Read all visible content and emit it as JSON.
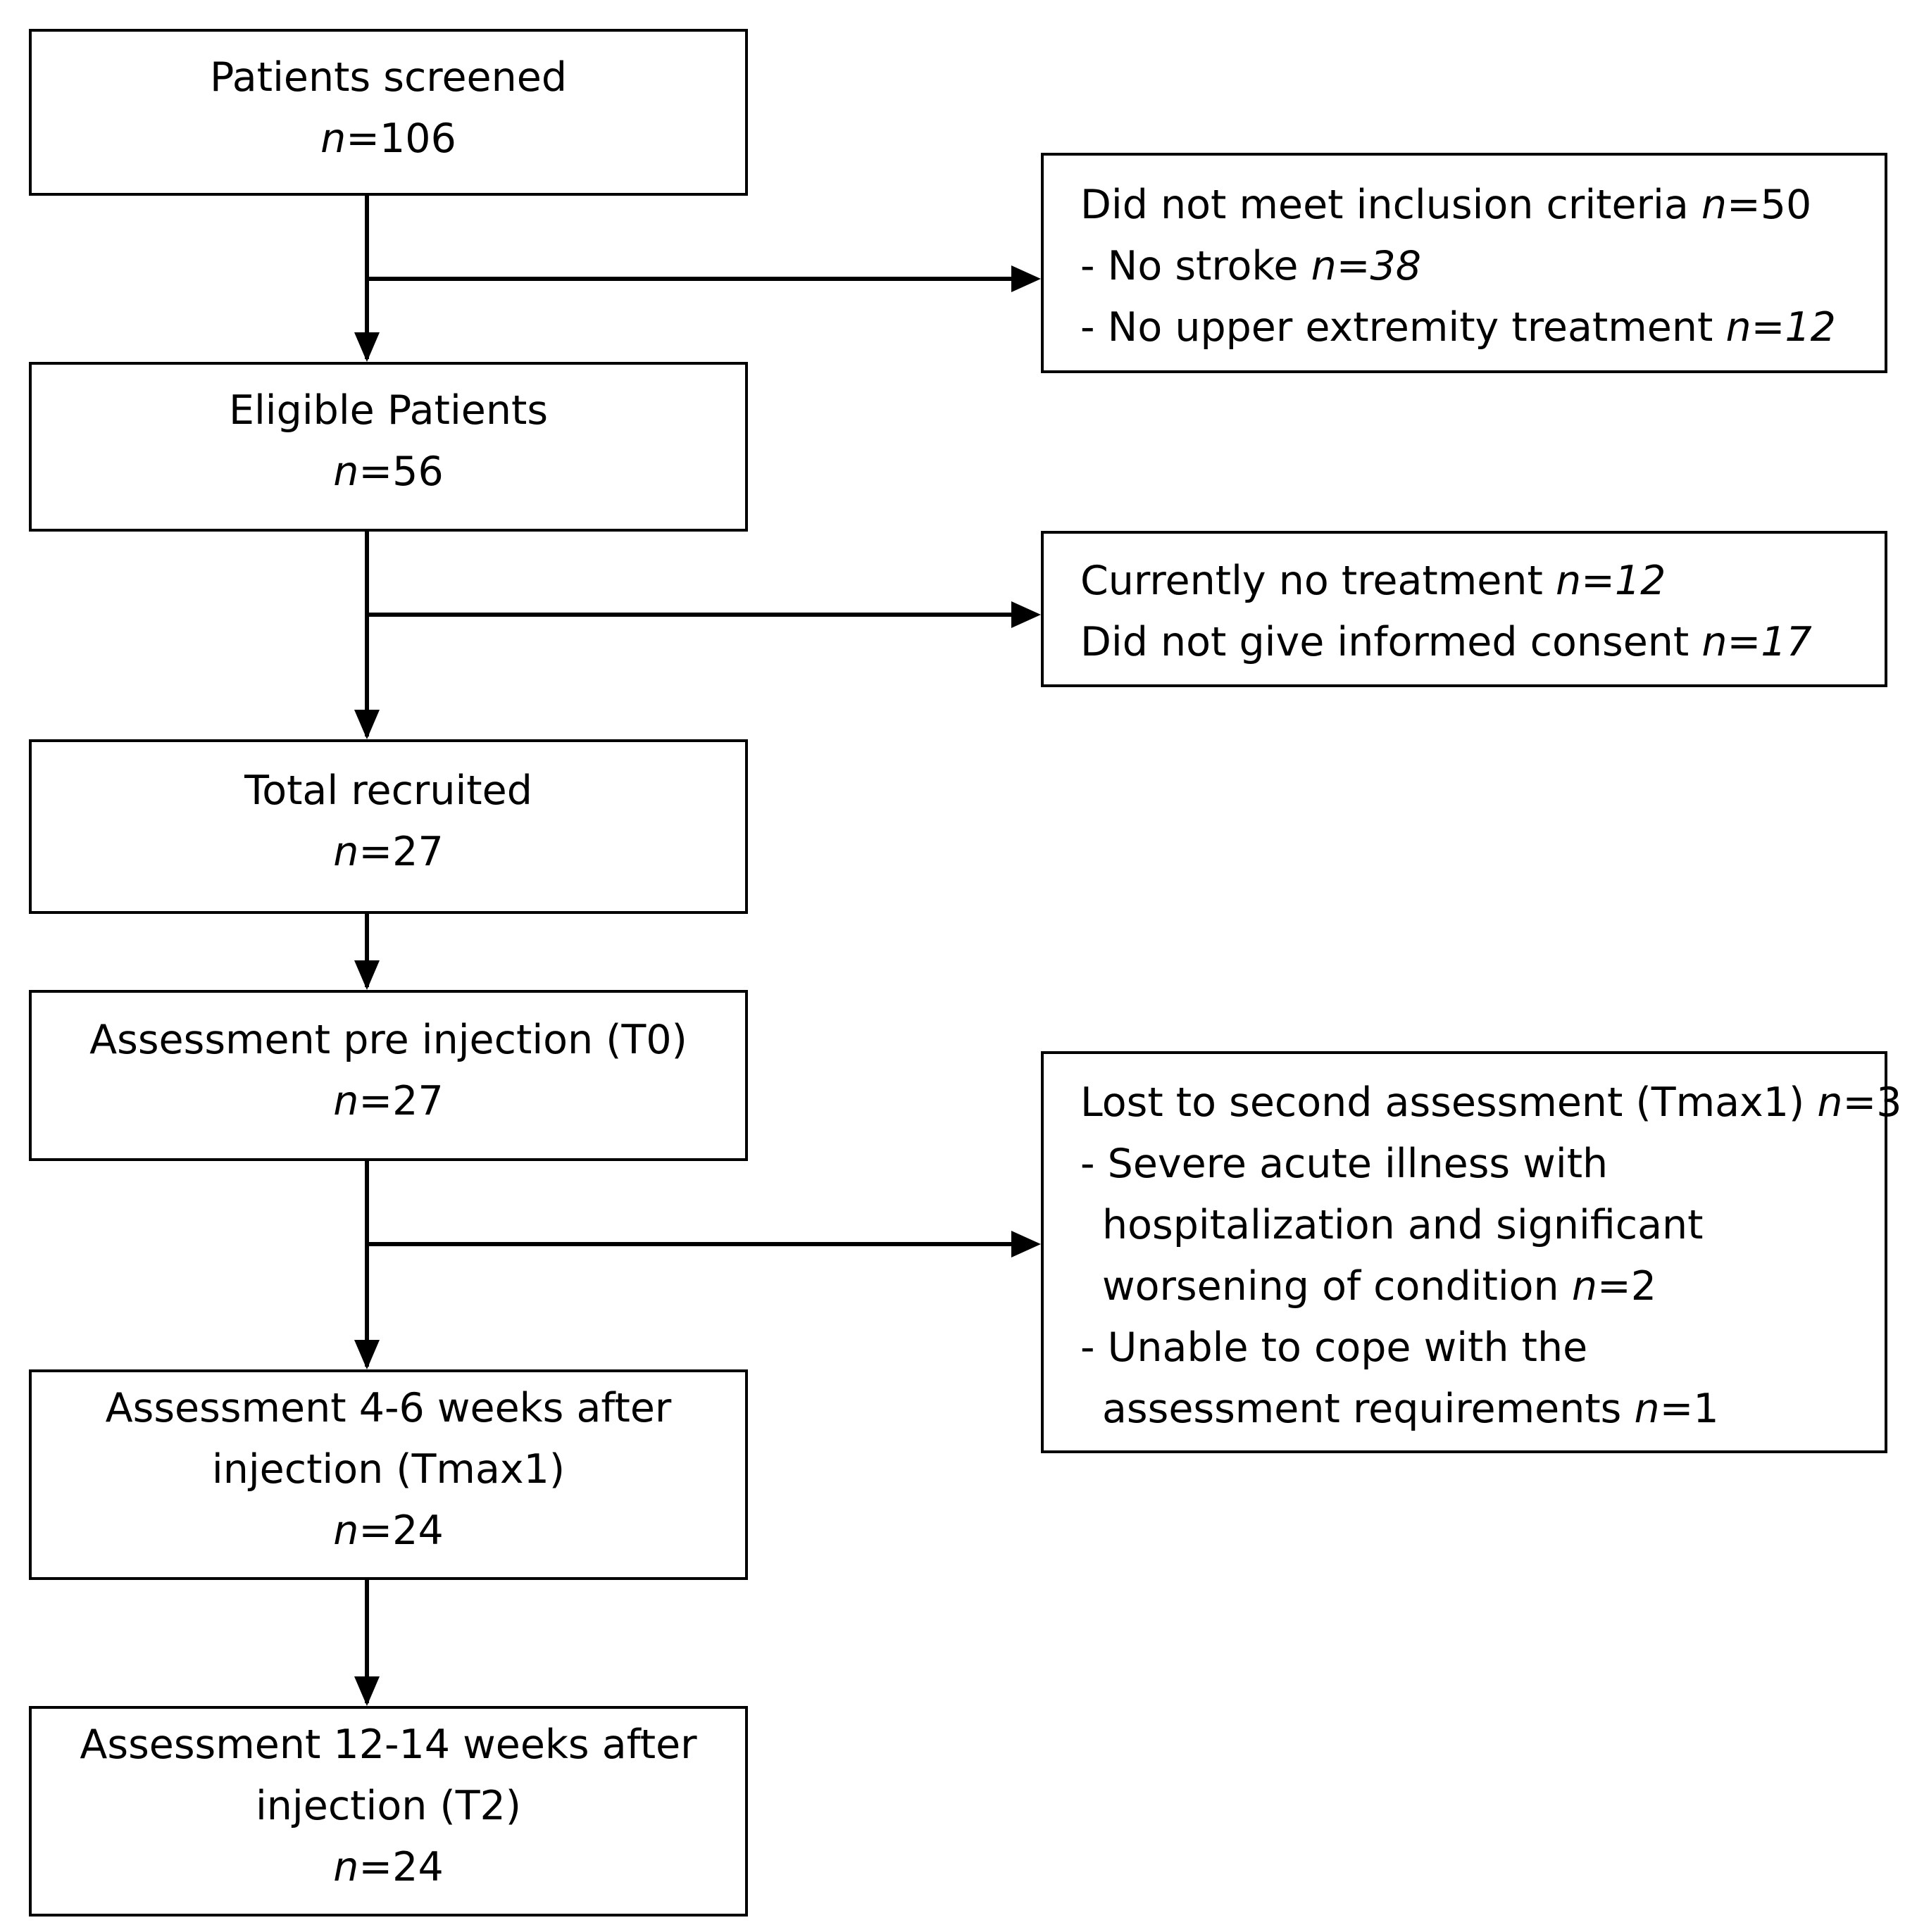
{
  "main_boxes": [
    {
      "id": "screened",
      "title_lines": [
        "Patients screened"
      ],
      "n_label": "n",
      "n_value": "=106"
    },
    {
      "id": "eligible",
      "title_lines": [
        "Eligible Patients"
      ],
      "n_label": "n",
      "n_value": "=56"
    },
    {
      "id": "recruited",
      "title_lines": [
        "Total recruited"
      ],
      "n_label": "n",
      "n_value": "=27"
    },
    {
      "id": "t0",
      "title_lines": [
        "Assessment pre injection (T0)"
      ],
      "n_label": "n",
      "n_value": "=27"
    },
    {
      "id": "tmax1",
      "title_lines": [
        "Assessment 4-6 weeks after",
        "injection (Tmax1)"
      ],
      "n_label": "n",
      "n_value": "=24"
    },
    {
      "id": "t2",
      "title_lines": [
        "Assessment 12-14 weeks after",
        "injection (T2)"
      ],
      "n_label": "n",
      "n_value": "=24"
    }
  ],
  "exclusion_boxes": [
    {
      "id": "not-meet-criteria",
      "lines": [
        {
          "text": "Did not meet inclusion criteria ",
          "n_italic": "n",
          "n_rest": "=50"
        },
        {
          "text": "- No stroke ",
          "n_italic": "n=38",
          "n_rest": ""
        },
        {
          "text": "- No upper extremity treatment ",
          "n_italic": "n=12",
          "n_rest": ""
        }
      ]
    },
    {
      "id": "no-treatment-consent",
      "lines": [
        {
          "text": "Currently no treatment ",
          "n_italic": "n=12",
          "n_rest": ""
        },
        {
          "text": "Did not give informed consent ",
          "n_italic": "n=17",
          "n_rest": ""
        }
      ]
    },
    {
      "id": "lost-to-second",
      "lines": [
        {
          "text": "Lost to second assessment (Tmax1) ",
          "n_italic": "n",
          "n_rest": "=3"
        },
        {
          "text": "- Severe acute illness with",
          "n_italic": "",
          "n_rest": ""
        },
        {
          "text": "hospitalization and significant",
          "n_italic": "",
          "n_rest": ""
        },
        {
          "text": "worsening of condition ",
          "n_italic": "n",
          "n_rest": "=2"
        },
        {
          "text": "- Unable to cope with the",
          "n_italic": "",
          "n_rest": ""
        },
        {
          "text": "assessment requirements ",
          "n_italic": "n",
          "n_rest": "=1"
        }
      ]
    }
  ],
  "colors": {
    "stroke": "#000000",
    "background": "#ffffff",
    "text": "#000000"
  }
}
